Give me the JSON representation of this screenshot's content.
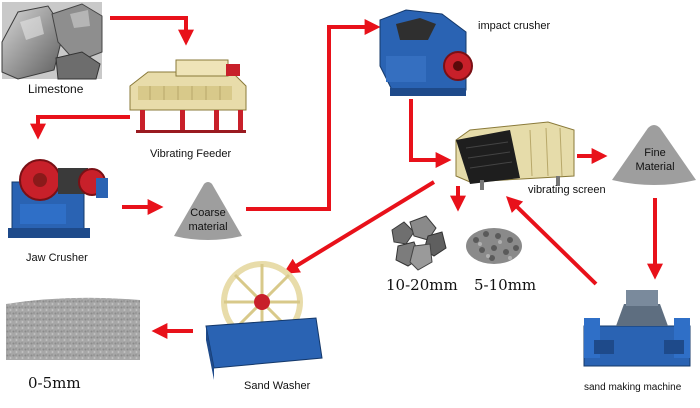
{
  "nodes": {
    "limestone": "Limestone",
    "vibrating_feeder": "Vibrating Feeder",
    "jaw_crusher": "Jaw Crusher",
    "coarse_material": [
      "Coarse",
      "material"
    ],
    "impact_crusher": "impact crusher",
    "vibrating_screen": "vibrating screen",
    "fine_material": [
      "Fine",
      "Material"
    ],
    "sand_making_machine": "sand making machine",
    "sand_washer": "Sand Washer"
  },
  "products": {
    "size_10_20": "10-20mm",
    "size_5_10": "5-10mm",
    "size_0_5": "0-5mm"
  },
  "colors": {
    "arrow": "#e8111a",
    "pile": "#9e9e9e",
    "machine_blue": "#2a63b3",
    "feeder_cream": "#e8dcaa",
    "crusher_red": "#c8202a"
  }
}
